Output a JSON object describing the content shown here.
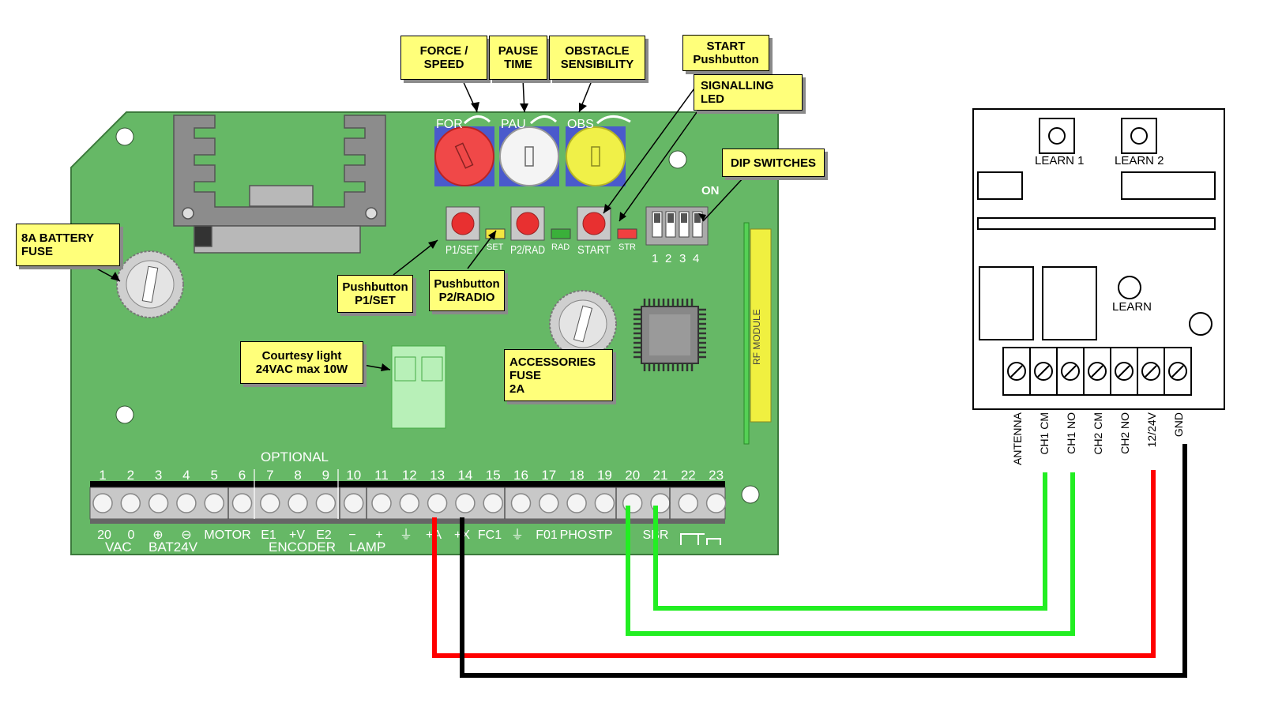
{
  "callouts": {
    "force_speed": "FORCE /\nSPEED",
    "pause_time": "PAUSE\nTIME",
    "obstacle": "OBSTACLE\nSENSIBILITY",
    "start": "START\nPushbutton",
    "signalling": "SIGNALLING\nLED",
    "dip": "DIP SWITCHES",
    "battery_fuse": "8A BATTERY\nFUSE",
    "pb_p1": "Pushbutton\nP1/SET",
    "pb_p2": "Pushbutton\nP2/RADIO",
    "courtesy": "Courtesy light\n24VAC max 10W",
    "acc_fuse": "ACCESSORIES\nFUSE\n2A"
  },
  "board": {
    "trimmers": [
      "FOR",
      "PAU",
      "OBS"
    ],
    "buttons": [
      "P1/SET",
      "P2/RAD",
      "START"
    ],
    "leds": [
      "SET",
      "RAD",
      "STR"
    ],
    "dip_on": "ON",
    "dip_numbers": [
      "1",
      "2",
      "3",
      "4"
    ],
    "rf_module": "RF MODULE",
    "optional": "OPTIONAL",
    "terminal_numbers": [
      "1",
      "2",
      "3",
      "4",
      "5",
      "6",
      "7",
      "8",
      "9",
      "10",
      "11",
      "12",
      "13",
      "14",
      "15",
      "16",
      "17",
      "18",
      "19",
      "20",
      "21",
      "22",
      "23"
    ],
    "terminal_top": [
      "20",
      "0",
      "⊕",
      "⊖",
      "MOTOR",
      "E1",
      "+V",
      "E2",
      "−",
      "+",
      "⏚",
      "+A",
      "+X",
      "FC1",
      "⏚",
      "F01",
      "PHO",
      "STP",
      "",
      "SBR",
      ""
    ],
    "terminal_bottom": [
      "VAC",
      "BAT24V",
      "ENCODER",
      "LAMP"
    ]
  },
  "receiver": {
    "learn1": "LEARN 1",
    "learn2": "LEARN 2",
    "learn": "LEARN",
    "terminals": [
      "ANTENNA",
      "CH1 CM",
      "CH1 NO",
      "CH2 CM",
      "CH2 NO",
      "12/24V",
      "GND"
    ]
  },
  "colors": {
    "board": "#66b866",
    "wire_green": "#22ee22",
    "wire_red": "#ff0000",
    "wire_black": "#000000",
    "callout": "#ffff7a"
  }
}
